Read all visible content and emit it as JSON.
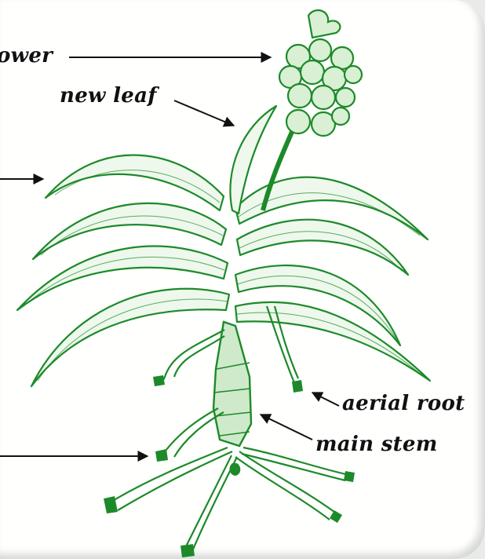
{
  "labels": {
    "flower": "ower",
    "new_leaf": "new leaf",
    "aerial_root": "aerial root",
    "main_stem": "main stem"
  },
  "colors": {
    "plant_green": "#1d8a2a",
    "label_text": "#111111",
    "background": "#fffffe"
  }
}
